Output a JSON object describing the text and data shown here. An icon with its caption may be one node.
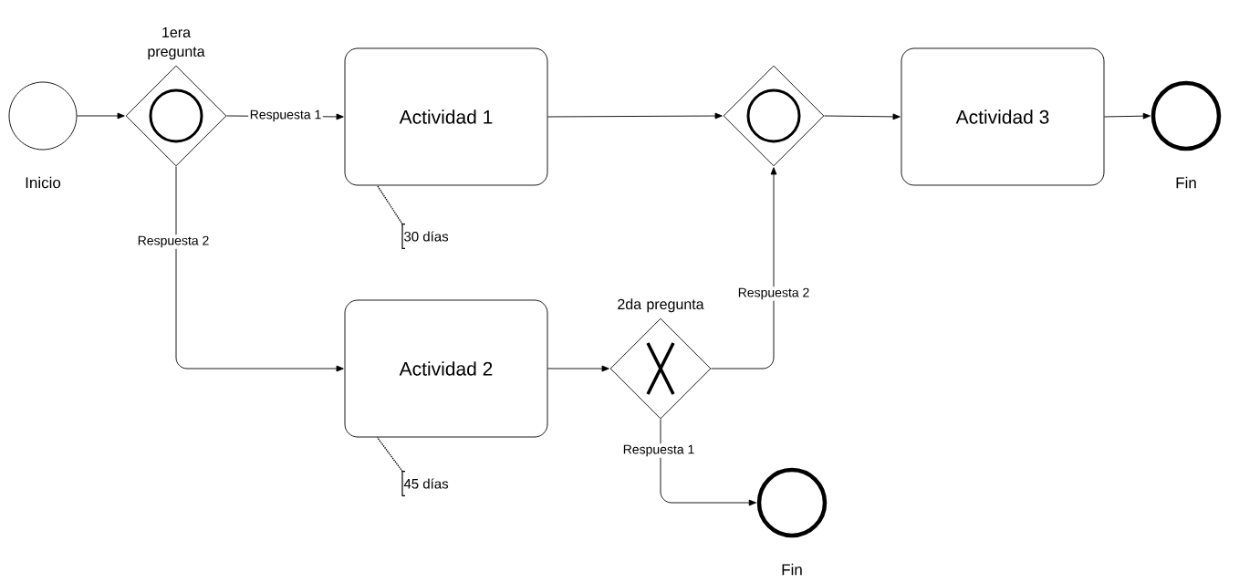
{
  "diagram": {
    "nodes": [
      {
        "text": [
          "Inicio"
        ]
      },
      {
        "text": [
          "1era pregunta"
        ]
      },
      {
        "text": [
          "Actividad 1"
        ]
      },
      {
        "text": [
          "30 días"
        ]
      },
      {
        "text": [],
        "shape": "diamond"
      },
      {
        "text": [
          "Actividad 3"
        ]
      },
      {
        "text": [
          "Fin"
        ]
      },
      {
        "text": [
          "Actividad 2"
        ]
      },
      {
        "text": [
          "45 días"
        ]
      },
      {
        "text": [
          "2da pregunta"
        ]
      },
      {
        "text": [
          "Fin"
        ]
      }
    ],
    "edges": [
      {
        "from": 0,
        "to": 1,
        "arrow": "to"
      },
      {
        "from": 1,
        "to": 2,
        "arrow": "to",
        "label": "Respuesta 1"
      },
      {
        "from": 1,
        "to": 7,
        "arrow": "to",
        "label": "Respuesta 2"
      },
      {
        "from": 3,
        "to": 2,
        "arrow": "none",
        "style": "dashed"
      },
      {
        "from": 2,
        "to": 4,
        "arrow": "to"
      },
      {
        "from": 4,
        "to": 5,
        "arrow": "to"
      },
      {
        "from": 5,
        "to": 6,
        "arrow": "to"
      },
      {
        "from": 7,
        "to": 9,
        "arrow": "to"
      },
      {
        "from": 8,
        "to": 7,
        "arrow": "none",
        "style": "dashed"
      },
      {
        "from": 9,
        "to": 4,
        "arrow": "to",
        "label": "Respuesta 2"
      },
      {
        "from": 9,
        "to": 10,
        "arrow": "to",
        "label": "Respuesta 1"
      }
    ]
  }
}
